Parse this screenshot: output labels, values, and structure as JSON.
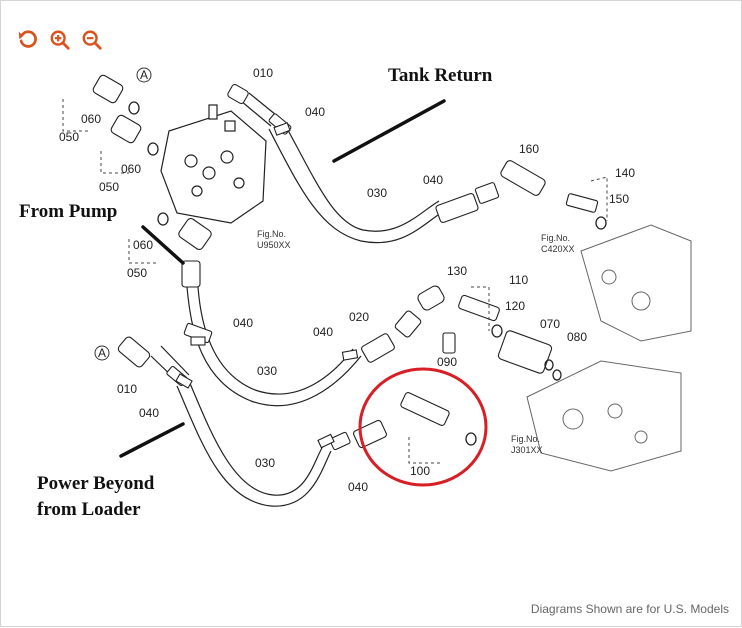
{
  "toolbar": {
    "reset_icon": "rotate-left-icon",
    "zoom_in_icon": "zoom-in-icon",
    "zoom_out_icon": "zoom-out-icon",
    "accent": "#d9531e"
  },
  "diagram": {
    "callouts": {
      "tank_return": "Tank Return",
      "from_pump": "From Pump",
      "power_beyond_1": "Power Beyond",
      "power_beyond_2": "from Loader"
    },
    "part_labels": {
      "p010_top": "010",
      "p040_top": "040",
      "p060_a": "060",
      "p050_a": "050",
      "p060_b": "060",
      "p050_b": "050",
      "p060_c": "060",
      "p050_c": "050",
      "p030_upper": "030",
      "p040_mid": "040",
      "p160": "160",
      "p140": "140",
      "p150": "150",
      "p130": "130",
      "p110": "110",
      "p120": "120",
      "p070": "070",
      "p080": "080",
      "p090": "090",
      "p040_left": "040",
      "p040_center": "040",
      "p020": "020",
      "p030_middle": "030",
      "p010_left": "010",
      "p040_lower_left": "040",
      "p030_lower": "030",
      "p040_bottom": "040",
      "p100": "100",
      "ref_a_top": "A",
      "ref_a_left": "A"
    },
    "figure_refs": {
      "u950": "Fig.No.\nU950XX",
      "u950_line1": "Fig.No.",
      "u950_line2": "U950XX",
      "c420_line1": "Fig.No.",
      "c420_line2": "C420XX",
      "j301_line1": "Fig.No.",
      "j301_line2": "J301XX"
    },
    "highlight_color": "#d61f26"
  },
  "footer": {
    "note": "Diagrams Shown are for U.S. Models"
  }
}
